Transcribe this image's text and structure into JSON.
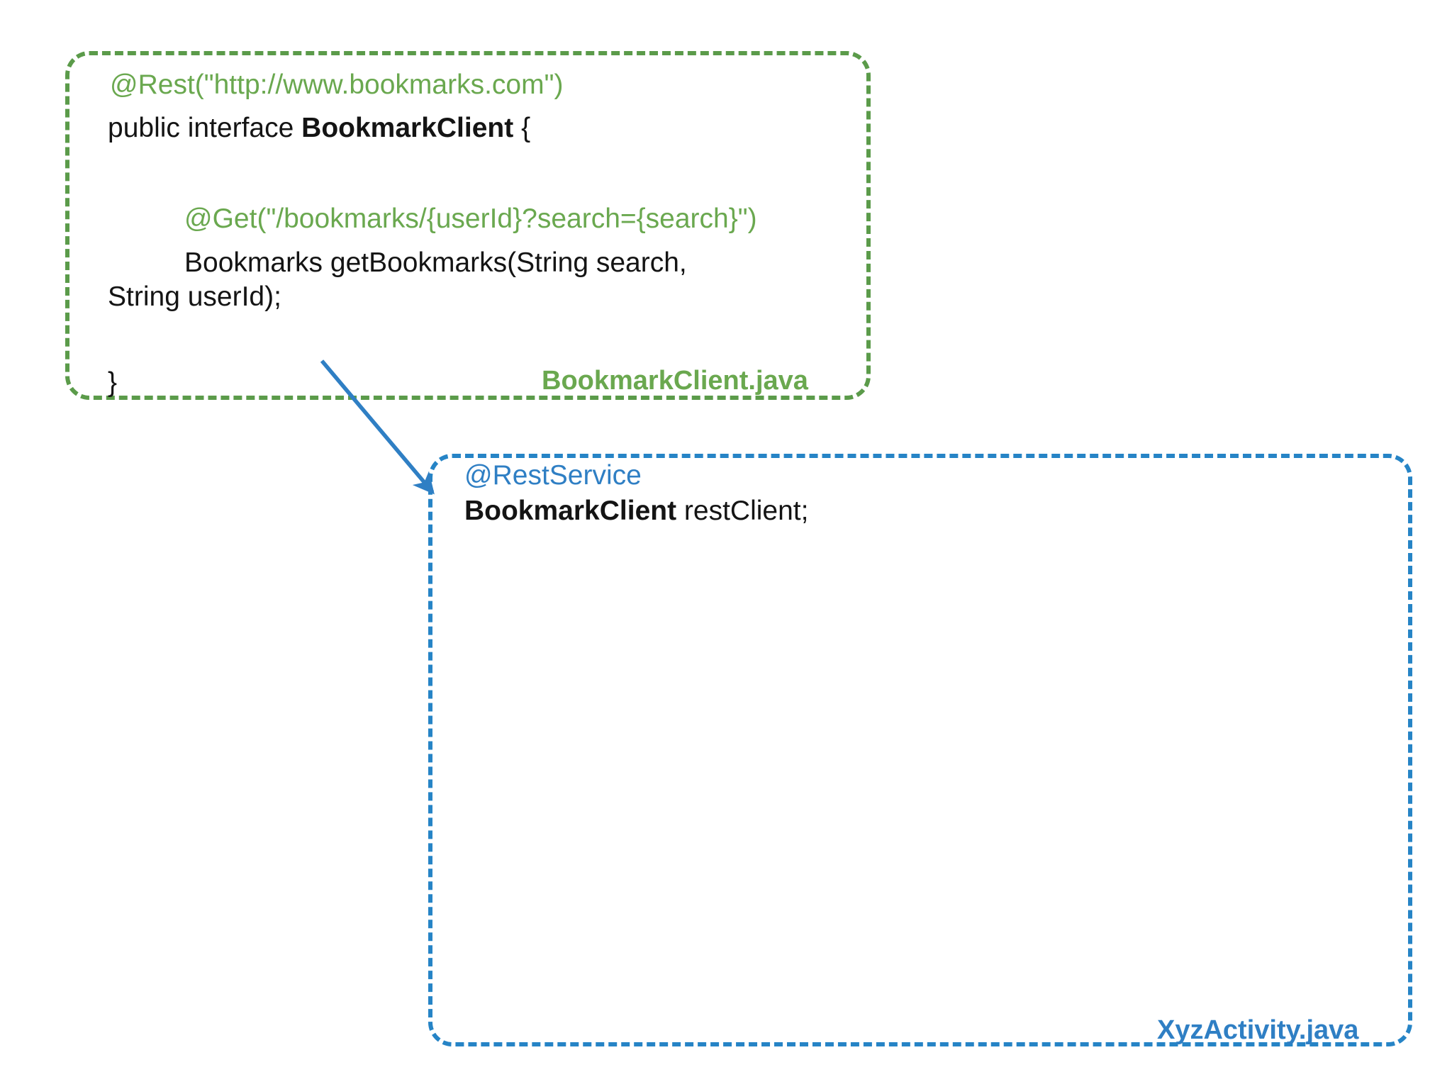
{
  "diagram": {
    "title": "AndroidAnnotations @Rest / @RestService relationship",
    "background": "#ffffff",
    "colors": {
      "green_border": "#5b9b4a",
      "green_text": "#6aa84f",
      "blue_border": "#2684c6",
      "blue_text": "#2f7fc4",
      "code_text": "#141414",
      "arrow": "#2f7fc4"
    }
  },
  "green_box": {
    "file_label": "BookmarkClient.java",
    "border_style": "dashed",
    "lines": [
      {
        "id": "rest-annotation",
        "text": "@Rest(\"http://www.bookmarks.com\")",
        "style": "annotation"
      },
      {
        "id": "interface-decl-prefix",
        "text": "public interface ",
        "style": "code"
      },
      {
        "id": "interface-name",
        "text": "BookmarkClient",
        "style": "code-bold"
      },
      {
        "id": "interface-decl-suffix",
        "text": " {",
        "style": "code"
      },
      {
        "id": "get-annotation",
        "text": "@Get(\"/bookmarks/{userId}?search={search}\")",
        "style": "annotation"
      },
      {
        "id": "method-decl",
        "text": "Bookmarks getBookmarks(String search, String userId);",
        "style": "code"
      },
      {
        "id": "closing-brace",
        "text": "}",
        "style": "code"
      }
    ]
  },
  "blue_box": {
    "file_label": "XyzActivity.java",
    "border_style": "dashed",
    "lines": [
      {
        "id": "restservice-annotation",
        "text": "@RestService",
        "style": "annotation"
      },
      {
        "id": "field-type",
        "text": "BookmarkClient",
        "style": "code-bold"
      },
      {
        "id": "field-name",
        "text": " restClient;",
        "style": "code"
      }
    ]
  },
  "arrow": {
    "name": "injection-arrow",
    "from": "BookmarkClient.java interface",
    "to": "restClient field in XyzActivity.java",
    "color": "#2f7fc4"
  }
}
